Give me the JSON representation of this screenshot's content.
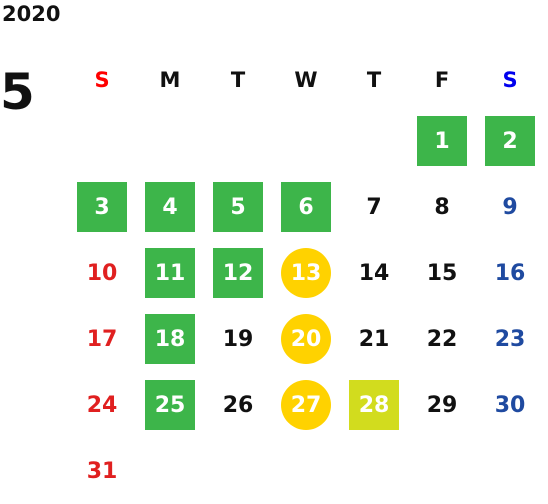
{
  "calendar": {
    "year": "2020",
    "month": "5",
    "weekdays": [
      {
        "label": "S",
        "color": "#ff0000"
      },
      {
        "label": "M",
        "color": "#111111"
      },
      {
        "label": "T",
        "color": "#111111"
      },
      {
        "label": "W",
        "color": "#111111"
      },
      {
        "label": "T",
        "color": "#111111"
      },
      {
        "label": "F",
        "color": "#111111"
      },
      {
        "label": "S",
        "color": "#0000ee"
      }
    ],
    "colors": {
      "sunday": "#e02020",
      "saturday": "#1f4aa0",
      "weekday": "#111111",
      "green_highlight": "#3db54a",
      "yellow_highlight": "#ffd200",
      "lime_highlight": "#d2dc1e"
    },
    "days": [
      {
        "day": "1",
        "dow": 5,
        "week": 0,
        "highlight": "green"
      },
      {
        "day": "2",
        "dow": 6,
        "week": 0,
        "highlight": "green"
      },
      {
        "day": "3",
        "dow": 0,
        "week": 1,
        "highlight": "green"
      },
      {
        "day": "4",
        "dow": 1,
        "week": 1,
        "highlight": "green"
      },
      {
        "day": "5",
        "dow": 2,
        "week": 1,
        "highlight": "green"
      },
      {
        "day": "6",
        "dow": 3,
        "week": 1,
        "highlight": "green"
      },
      {
        "day": "7",
        "dow": 4,
        "week": 1,
        "highlight": "none"
      },
      {
        "day": "8",
        "dow": 5,
        "week": 1,
        "highlight": "none"
      },
      {
        "day": "9",
        "dow": 6,
        "week": 1,
        "highlight": "none"
      },
      {
        "day": "10",
        "dow": 0,
        "week": 2,
        "highlight": "none"
      },
      {
        "day": "11",
        "dow": 1,
        "week": 2,
        "highlight": "green"
      },
      {
        "day": "12",
        "dow": 2,
        "week": 2,
        "highlight": "green"
      },
      {
        "day": "13",
        "dow": 3,
        "week": 2,
        "highlight": "yellow"
      },
      {
        "day": "14",
        "dow": 4,
        "week": 2,
        "highlight": "none"
      },
      {
        "day": "15",
        "dow": 5,
        "week": 2,
        "highlight": "none"
      },
      {
        "day": "16",
        "dow": 6,
        "week": 2,
        "highlight": "none"
      },
      {
        "day": "17",
        "dow": 0,
        "week": 3,
        "highlight": "none"
      },
      {
        "day": "18",
        "dow": 1,
        "week": 3,
        "highlight": "green"
      },
      {
        "day": "19",
        "dow": 2,
        "week": 3,
        "highlight": "none"
      },
      {
        "day": "20",
        "dow": 3,
        "week": 3,
        "highlight": "yellow"
      },
      {
        "day": "21",
        "dow": 4,
        "week": 3,
        "highlight": "none"
      },
      {
        "day": "22",
        "dow": 5,
        "week": 3,
        "highlight": "none"
      },
      {
        "day": "23",
        "dow": 6,
        "week": 3,
        "highlight": "none"
      },
      {
        "day": "24",
        "dow": 0,
        "week": 4,
        "highlight": "none"
      },
      {
        "day": "25",
        "dow": 1,
        "week": 4,
        "highlight": "green"
      },
      {
        "day": "26",
        "dow": 2,
        "week": 4,
        "highlight": "none"
      },
      {
        "day": "27",
        "dow": 3,
        "week": 4,
        "highlight": "yellow"
      },
      {
        "day": "28",
        "dow": 4,
        "week": 4,
        "highlight": "lime"
      },
      {
        "day": "29",
        "dow": 5,
        "week": 4,
        "highlight": "none"
      },
      {
        "day": "30",
        "dow": 6,
        "week": 4,
        "highlight": "none"
      },
      {
        "day": "31",
        "dow": 0,
        "week": 5,
        "highlight": "none"
      }
    ]
  }
}
